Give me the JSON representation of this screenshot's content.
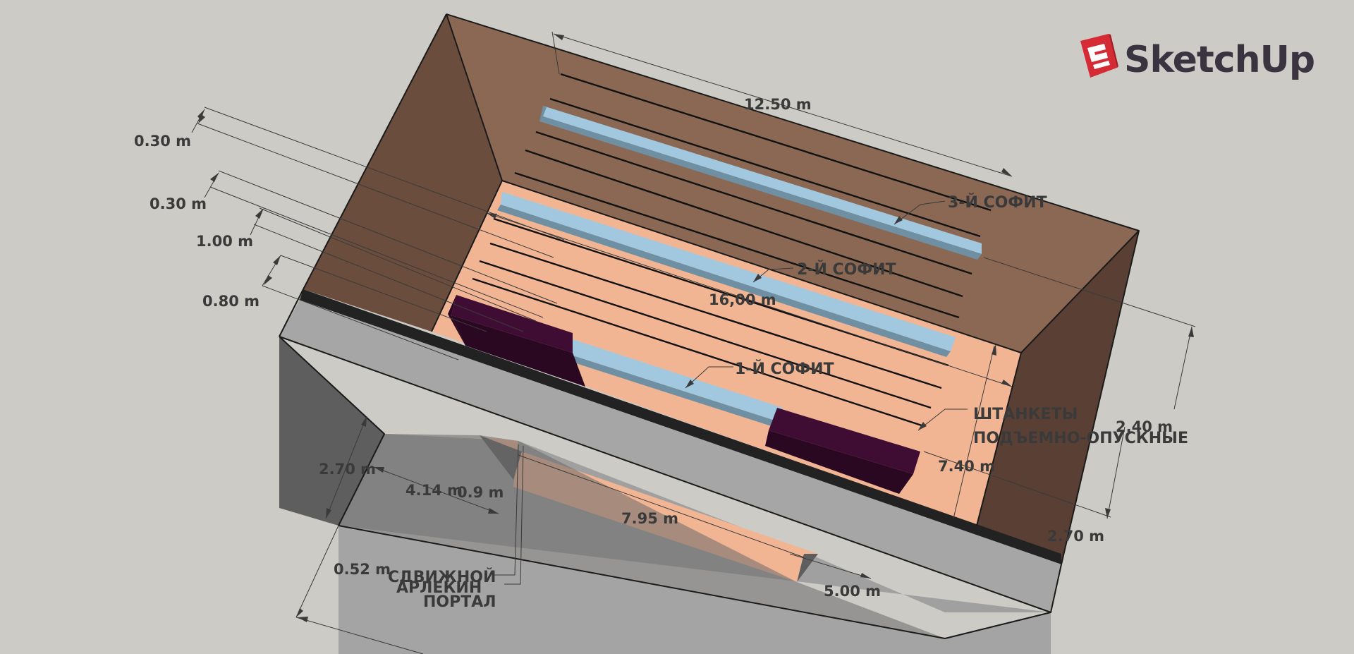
{
  "app": {
    "brand_name": "SketchUp"
  },
  "colors": {
    "background": "#cccbc6",
    "back_wall": "#8b6853",
    "side_wall_left": "#6b4d3d",
    "side_wall_right": "#5a4034",
    "stage_floor": "#f2b594",
    "portal_face": "#a6a6a6",
    "portal_shadow": "#5e5e5e",
    "soffit": "#a2c8df",
    "wings": "#3f0d33",
    "logo_red": "#d52b34"
  },
  "dimensions": {
    "d_12_50": "12.50 m",
    "d_0_30_a": "0.30 m",
    "d_0_30_b": "0.30 m",
    "d_1_00": "1.00 m",
    "d_0_80": "0.80 m",
    "d_16_00": "16,00 m",
    "d_2_40": "2.40 m",
    "d_7_40": "7.40 m",
    "d_2_70_left": "2.70 m",
    "d_2_70_right": "2.70 m",
    "d_4_14": "4.14 m",
    "d_0_9": "0.9 m",
    "d_7_95": "7.95 m",
    "d_0_52": "0.52 m",
    "d_5_00": "5.00 m"
  },
  "labels": {
    "soffit_3": "3-Й СОФИТ",
    "soffit_2": "2-Й СОФИТ",
    "soffit_1": "1-Й СОФИТ",
    "battens_line1": "ШТАНКЕТЫ",
    "battens_line2": "ПОДЪЕМНО-ОПУСКНЫЕ",
    "sliding": "СДВИЖНОЙ",
    "harlequin": "АРЛЕКИН",
    "portal": "ПОРТАЛ"
  },
  "icons": {
    "logo": "sketchup-logo-icon"
  }
}
